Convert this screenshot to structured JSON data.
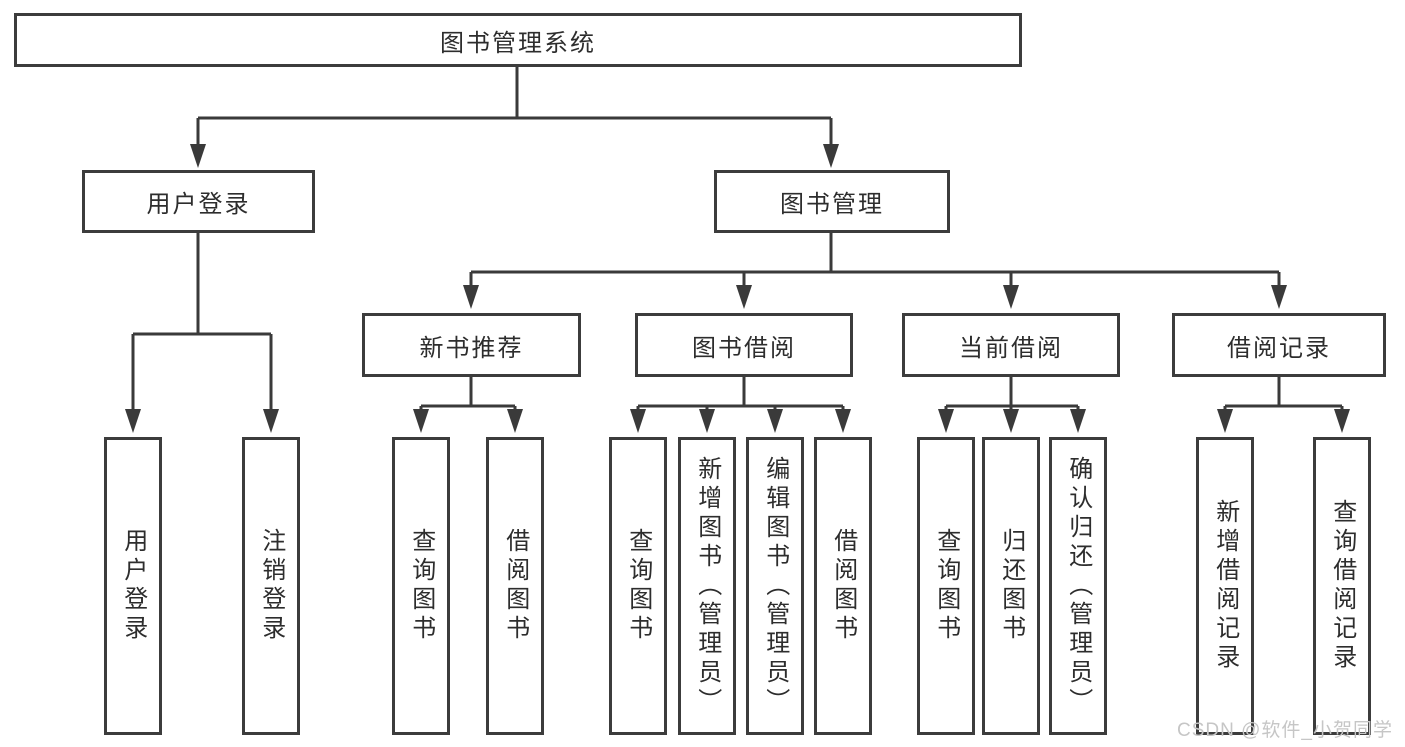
{
  "style": {
    "background": "#ffffff",
    "line_color": "#3a3a3a",
    "border_color": "#3c3c3c",
    "text_color": "#2d2d2d",
    "watermark_color": "#c6c6c6"
  },
  "watermark": {
    "text": "CSDN @软件_小贺同学"
  },
  "tree": {
    "root": {
      "label": "图书管理系统"
    },
    "level2": [
      {
        "label": "用户登录",
        "children": [
          {
            "label": "用户登录"
          },
          {
            "label": "注销登录"
          }
        ]
      },
      {
        "label": "图书管理",
        "children": [
          {
            "label": "新书推荐",
            "children": [
              {
                "label": "查询图书"
              },
              {
                "label": "借阅图书"
              }
            ]
          },
          {
            "label": "图书借阅",
            "children": [
              {
                "label": "查询图书"
              },
              {
                "label": "新增图书（管理员）"
              },
              {
                "label": "编辑图书（管理员）"
              },
              {
                "label": "借阅图书"
              }
            ]
          },
          {
            "label": "当前借阅",
            "children": [
              {
                "label": "查询图书"
              },
              {
                "label": "归还图书"
              },
              {
                "label": "确认归还（管理员）"
              }
            ]
          },
          {
            "label": "借阅记录",
            "children": [
              {
                "label": "新增借阅记录"
              },
              {
                "label": "查询借阅记录"
              }
            ]
          }
        ]
      }
    ]
  }
}
